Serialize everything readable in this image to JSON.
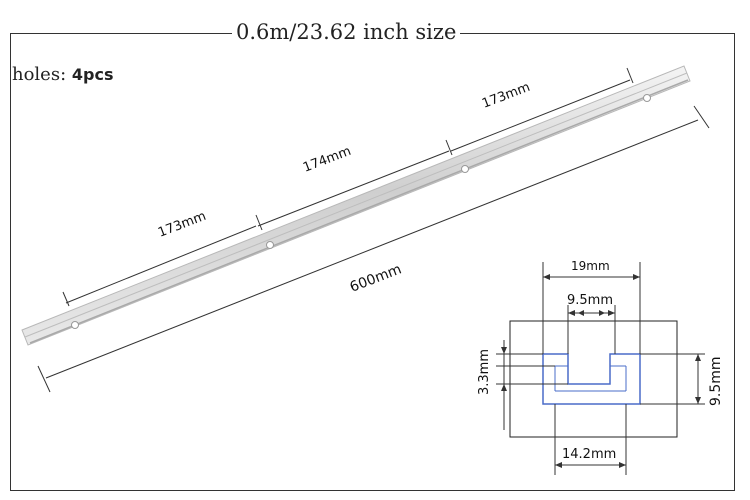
{
  "title": "0.6m/23.62 inch size",
  "holes": {
    "label": "holes:",
    "value": "4pcs"
  },
  "rail_dims": {
    "seg1": "173mm",
    "seg2": "174mm",
    "seg3": "173mm",
    "total": "600mm"
  },
  "profile_dims": {
    "top_width": "19mm",
    "slot_width": "9.5mm",
    "depth": "3.3mm",
    "height": "9.5mm",
    "bottom_width": "14.2mm"
  },
  "colors": {
    "profile_outline": "#4a6cc9",
    "rail": "#dcdcdc"
  }
}
